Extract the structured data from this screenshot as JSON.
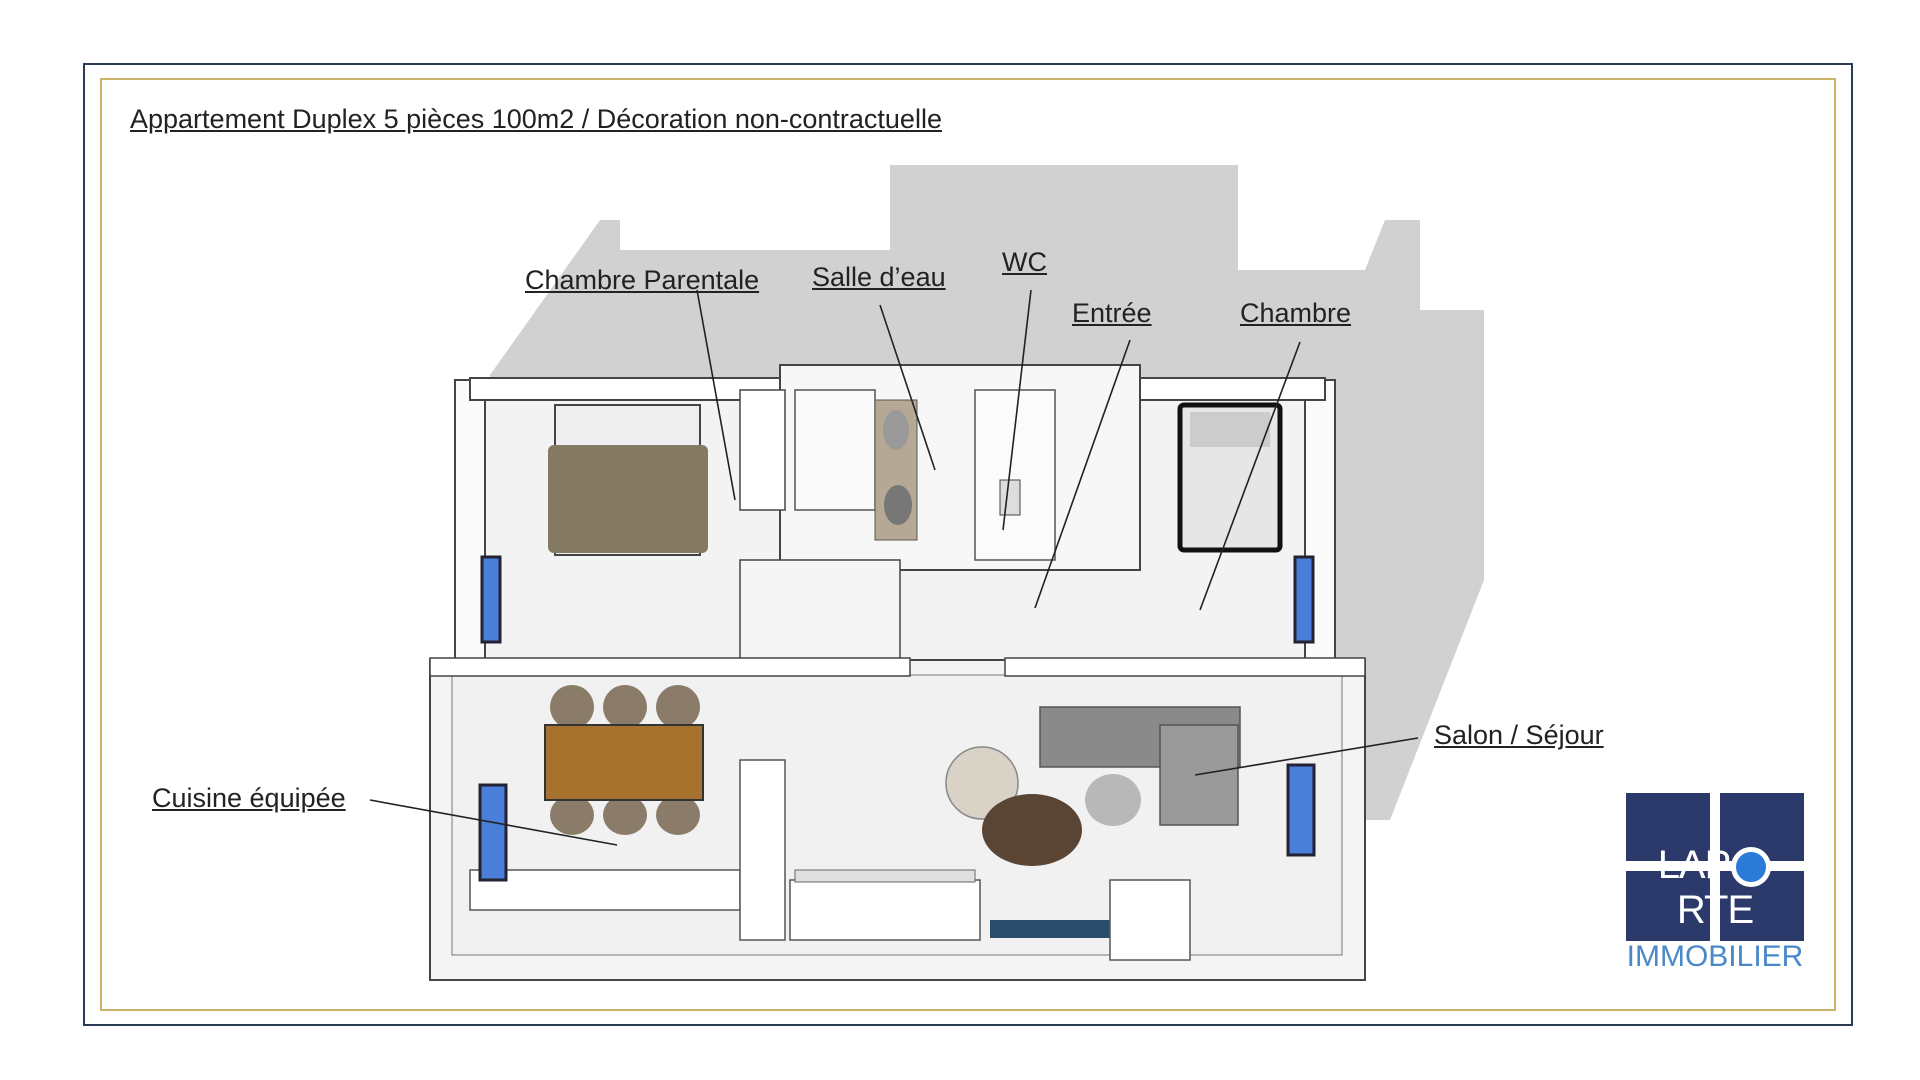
{
  "title": "Appartement Duplex 5 pièces 100m2 / Décoration non-contractuelle",
  "rooms": {
    "chambre_parentale": "Chambre Parentale",
    "salle_deau": "Salle d’eau",
    "wc": "WC",
    "entree": "Entrée",
    "chambre": "Chambre",
    "salon": "Salon / Séjour",
    "cuisine": "Cuisine équipée"
  },
  "logo": {
    "left": "LAP",
    "right": "RTE",
    "sub": "IMMOBILIER",
    "bg_color": "#2c3a6b",
    "accent_color": "#2a7bd8"
  }
}
